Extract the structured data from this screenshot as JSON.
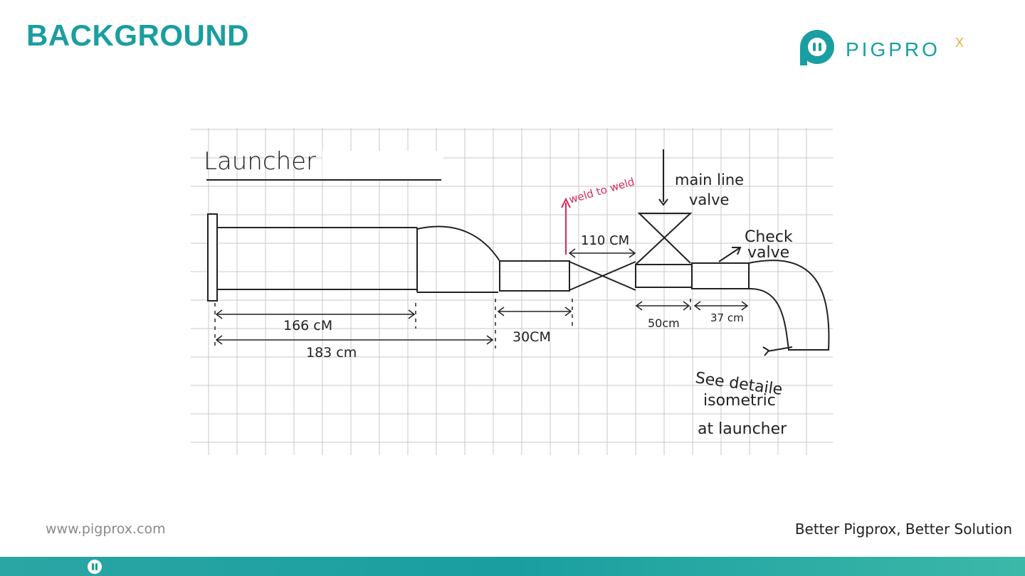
{
  "slide": {
    "title": "BACKGROUND",
    "logo": {
      "text": "PIGPRO",
      "suffix": "X",
      "icon": "pigprox-logo-icon",
      "brand_color": "#1a9ea0",
      "accent_color": "#f0a93a"
    }
  },
  "sketch": {
    "heading": "Launcher",
    "annotations": {
      "weld": "weld to weld",
      "main_valve": [
        "main line",
        "valve"
      ],
      "check_valve": [
        "Check",
        "valve"
      ],
      "see_detail": [
        "See detaile",
        "isometric",
        "at launcher"
      ]
    },
    "dimensions": {
      "d166": "166 cM",
      "d183": "183 cm",
      "d30": "30CM",
      "d110": "110 CM",
      "d50": "50cm",
      "d37": "37 cm"
    }
  },
  "footer": {
    "url": "www.pigprox.com",
    "tagline": "Better Pigprox, Better Solution"
  }
}
